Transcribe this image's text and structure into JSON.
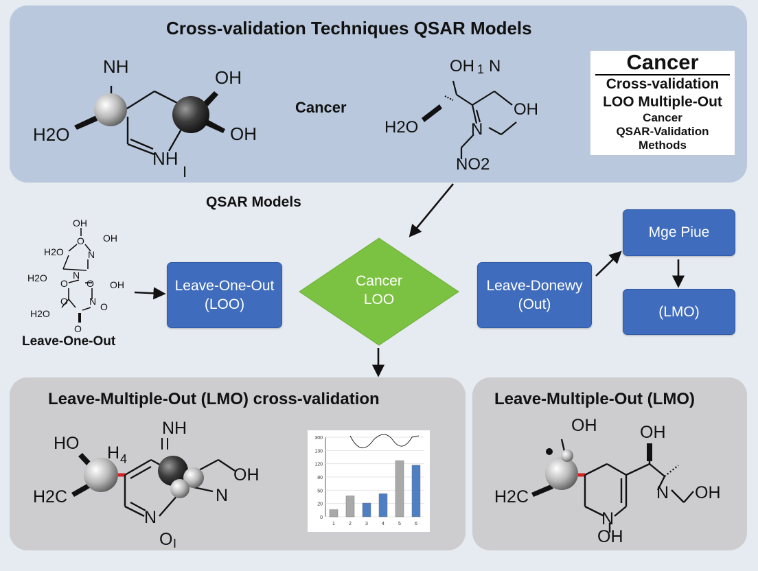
{
  "top": {
    "title": "Cross-validation Techniques QSAR Models",
    "center_label": "Cancer",
    "legend": {
      "title": "Cancer",
      "line1": "Cross-validation",
      "line2": "LOO Multiple-Out",
      "line3": "Cancer",
      "line4": "QSAR-Validation",
      "line5": "Methods"
    },
    "mol1": {
      "nh": "NH",
      "oh1": "OH",
      "h2o": "H2O",
      "oh2": "OH",
      "nh_bottom": "NH",
      "nh_sub": "I"
    },
    "mol2": {
      "oh": "OH",
      "oh_sub": "1",
      "n_top": "N",
      "h2o": "H2O",
      "n_mid": "N",
      "oh_right": "OH",
      "no2": "NO2"
    }
  },
  "middle": {
    "qsar_label": "QSAR Models",
    "mol_label": "Leave-One-Out",
    "small_mol": {
      "oh_top": "OH",
      "oh_n": "OH",
      "h2o_1": "H2O",
      "h2o_2": "H2O",
      "n1": "N",
      "n2": "N",
      "oh_mid": "OH",
      "o1": "O",
      "o2": "O",
      "o3": "O",
      "o4": "O",
      "h2o_3": "H2O",
      "no": "N",
      "o_no": "O",
      "o_bottom": "O"
    },
    "loo_box": {
      "line1": "Leave-One-Out",
      "line2": "(LOO)"
    },
    "diamond": {
      "line1": "Cancer",
      "line2": "LOO"
    },
    "donewy_box": {
      "line1": "Leave-Donewy",
      "line2": "(Out)"
    },
    "mge_box": {
      "label": "Mge Piue"
    },
    "lmo_box": {
      "label": "(LMO)"
    }
  },
  "bottom_left": {
    "title": "Leave-Multiple-Out (LMO) cross-validation",
    "mol": {
      "ho": "HO",
      "h4": "H",
      "h4_sub": "4",
      "nh": "NH",
      "oh": "OH",
      "h2c": "H2C",
      "n1": "N",
      "n2": "N",
      "o1": "O",
      "o1_sub": "I"
    }
  },
  "bottom_right": {
    "title": "Leave-Multiple-Out (LMO)",
    "mol": {
      "oh1": "OH",
      "oh2": "OH",
      "h2c": "H2C",
      "n1": "N",
      "oh3": "OH",
      "n2": "N",
      "oh4": "OH"
    }
  },
  "chart_data": {
    "type": "bar",
    "categories": [
      "1",
      "2",
      "3",
      "4",
      "5",
      "6"
    ],
    "values": [
      13,
      38,
      25,
      42,
      102,
      94
    ],
    "y_tick_labels": [
      "0",
      "20",
      "50",
      "80",
      "120",
      "130",
      "300"
    ],
    "ylim": [
      0,
      145
    ],
    "bar_colors": [
      "#a9a9a9",
      "#a9a9a9",
      "#4e7fc4",
      "#4e7fc4",
      "#a9a9a9",
      "#4e7fc4"
    ],
    "title": "",
    "xlabel": "",
    "ylabel": ""
  }
}
